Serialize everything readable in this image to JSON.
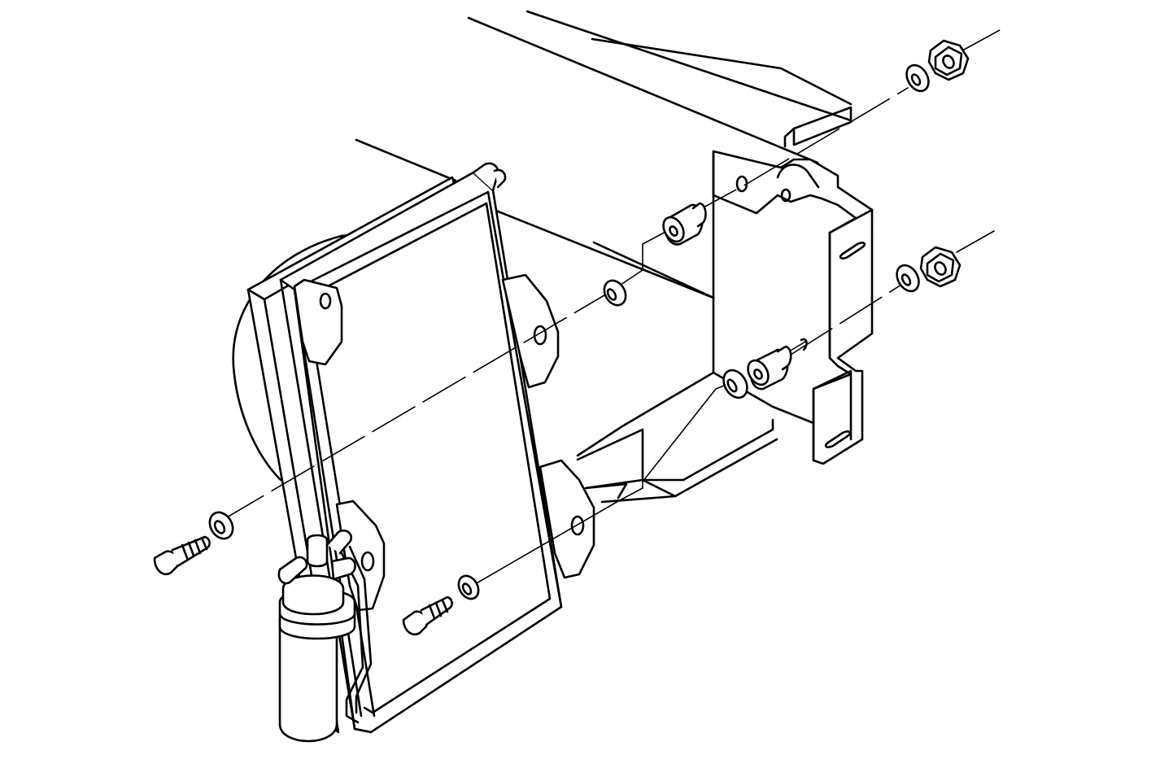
{
  "diagram": {
    "type": "exploded-assembly-line-art",
    "labels": [],
    "colors": {
      "background": "#ffffff",
      "line": "#000000"
    },
    "parts": [
      "upper-support-rail",
      "fan-shroud",
      "condenser-core",
      "mounting-bracket",
      "receiver-drier",
      "upper-insulator",
      "lower-insulator",
      "washer",
      "bolt",
      "nut"
    ]
  }
}
